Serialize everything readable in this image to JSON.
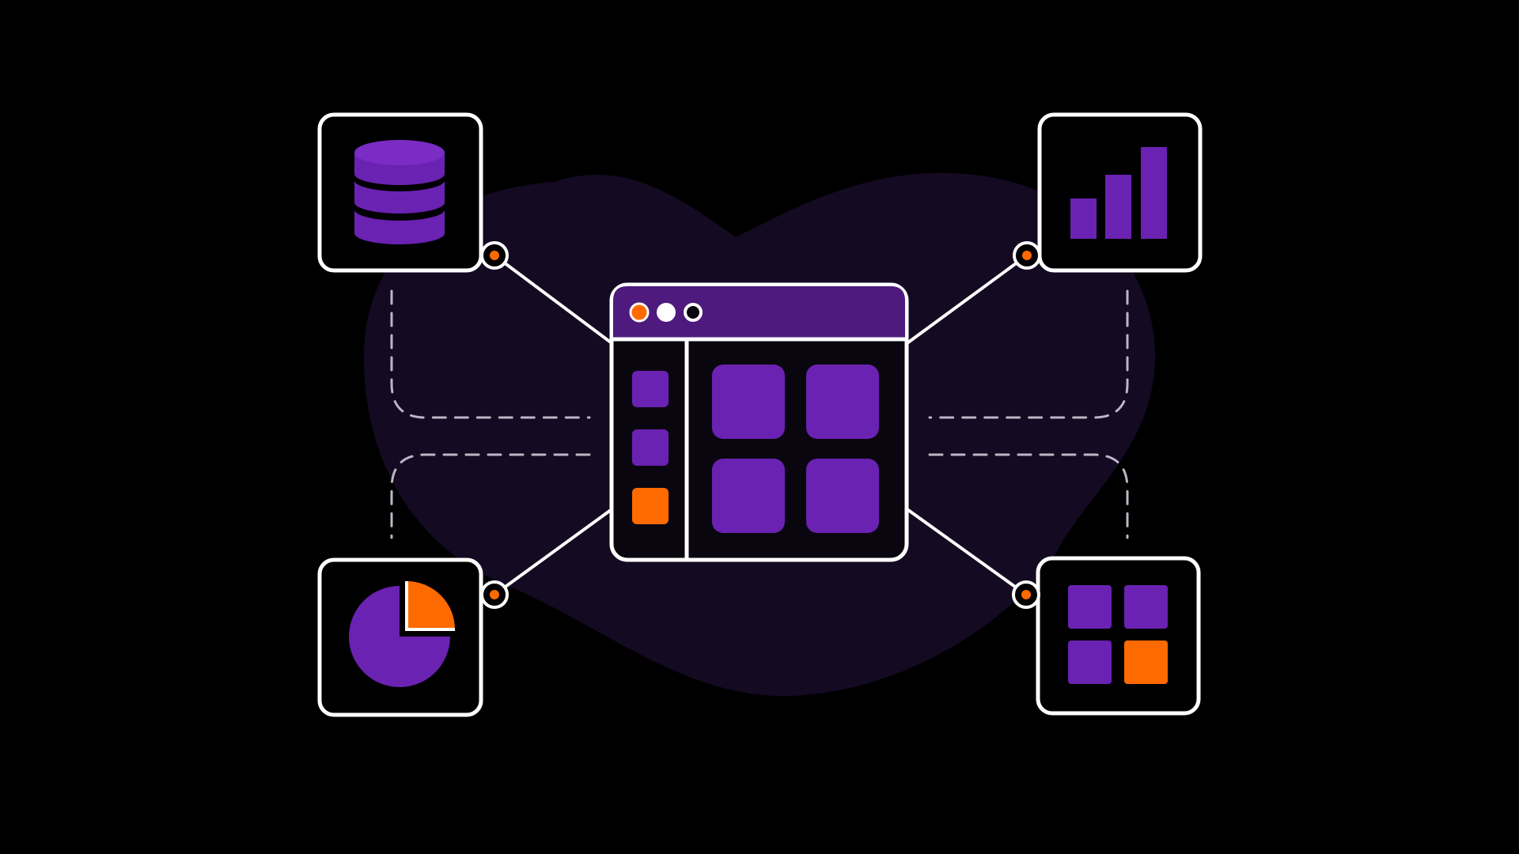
{
  "colors": {
    "background": "#000000",
    "blob": "#140a22",
    "outline": "#ffffff",
    "purple": "#6a22b2",
    "purple_dark": "#4d1a85",
    "titlebar": "#4e1a7d",
    "orange": "#ff6a00",
    "dashed_line": "#bdb6c4"
  },
  "central_window": {
    "icon": "app-window-icon",
    "titlebar_dots": [
      "orange-dot",
      "white-dot",
      "outline-dot"
    ],
    "sidebar_items": [
      "purple",
      "purple",
      "orange"
    ],
    "content_tiles": 4
  },
  "nodes": [
    {
      "name": "database-node",
      "icon": "database-icon"
    },
    {
      "name": "bar-chart-node",
      "icon": "bar-chart-icon"
    },
    {
      "name": "pie-chart-node",
      "icon": "pie-chart-icon"
    },
    {
      "name": "grid-node",
      "icon": "grid-icon"
    }
  ]
}
